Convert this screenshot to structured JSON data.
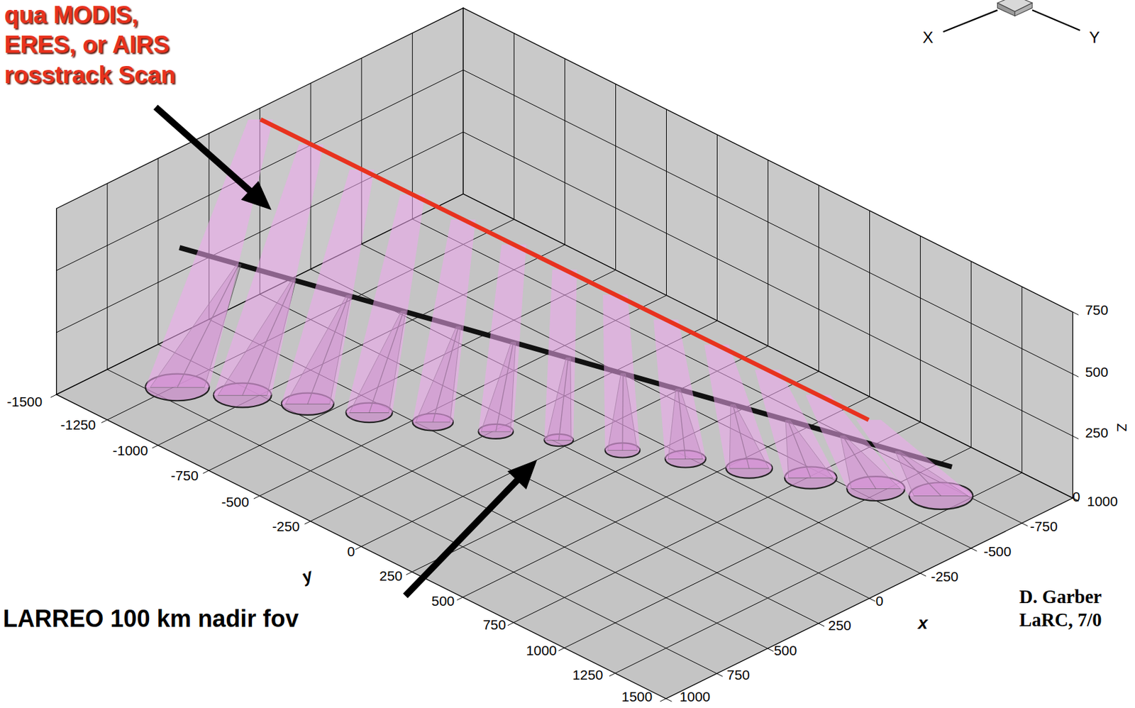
{
  "diagram": {
    "labels": [
      "qua MODIS, ERES, or AIRS rosstrack Scan",
      "X",
      "Y",
      "750",
      "500",
      "250",
      "0",
      "1000",
      "-750",
      "-500",
      "-250",
      "0",
      "250",
      "500",
      "750",
      "1000",
      "Z",
      "-1500",
      "-1250",
      "-1000",
      "-750",
      "-500",
      "-250",
      "0",
      "250",
      "500",
      "750",
      "1000",
      "1250",
      "1500",
      "y",
      "x",
      "LARREO 100 km nadir fov",
      "D. Garber LaRC, 7/0"
    ]
  }
}
